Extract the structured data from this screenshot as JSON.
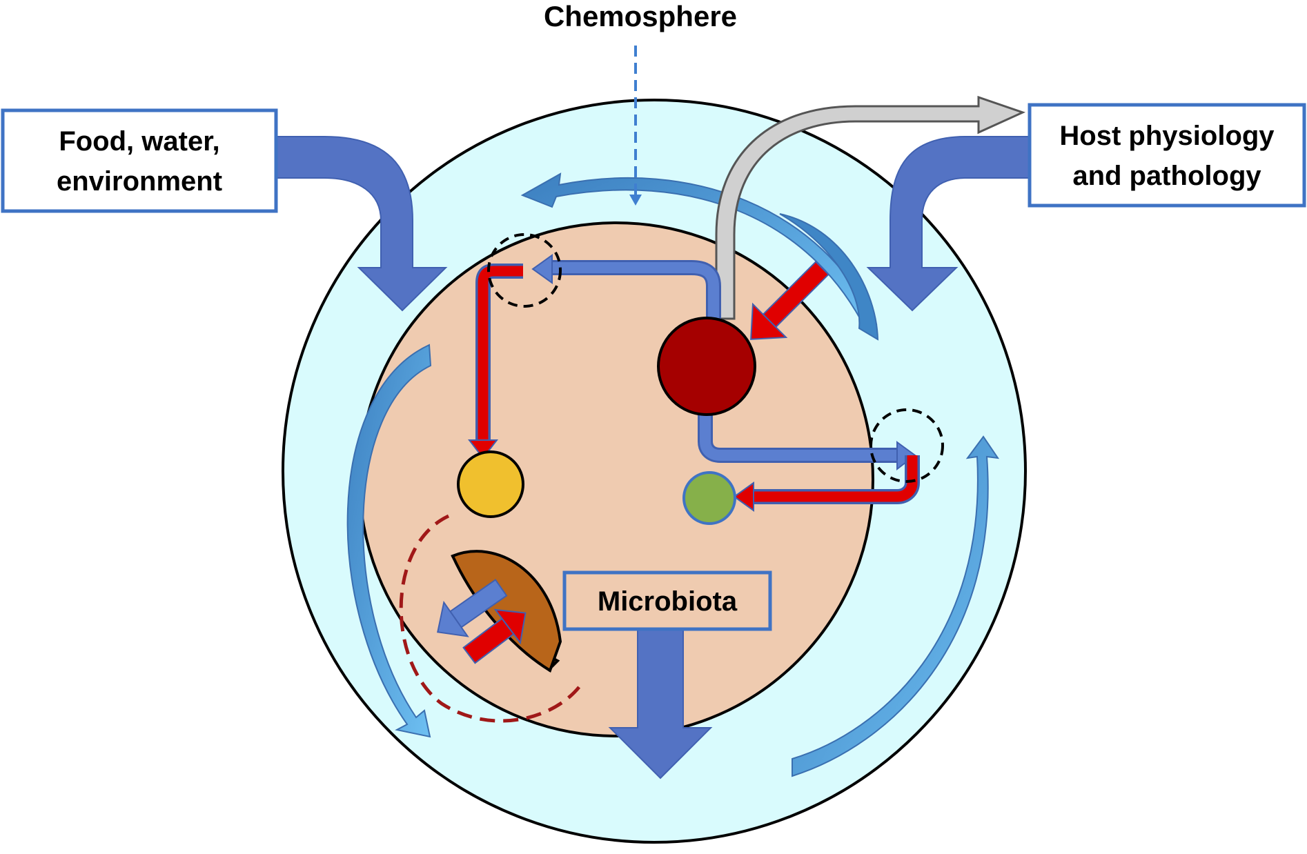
{
  "labels": {
    "chemosphere": "Chemosphere",
    "food_line1": "Food, water,",
    "food_line2": "environment",
    "host_line1": "Host physiology",
    "host_line2": "and pathology",
    "microbiota": "Microbiota"
  },
  "colors": {
    "outer_fill": "#d9fbfd",
    "inner_fill": "#efcbb0",
    "blue_arrow": "#5473c4",
    "light_blue_arrow": "#5aa8e6",
    "red_arrow": "#e00000",
    "dark_red_node": "#a50000",
    "yellow_node": "#f0c02e",
    "green_node": "#86b04a",
    "brown_segment": "#b8651a",
    "gray_arrow": "#d0d0d0",
    "box_border": "#3f73c4"
  },
  "icons": [
    "dashed-circle-marker",
    "red-dashed-boundary"
  ]
}
